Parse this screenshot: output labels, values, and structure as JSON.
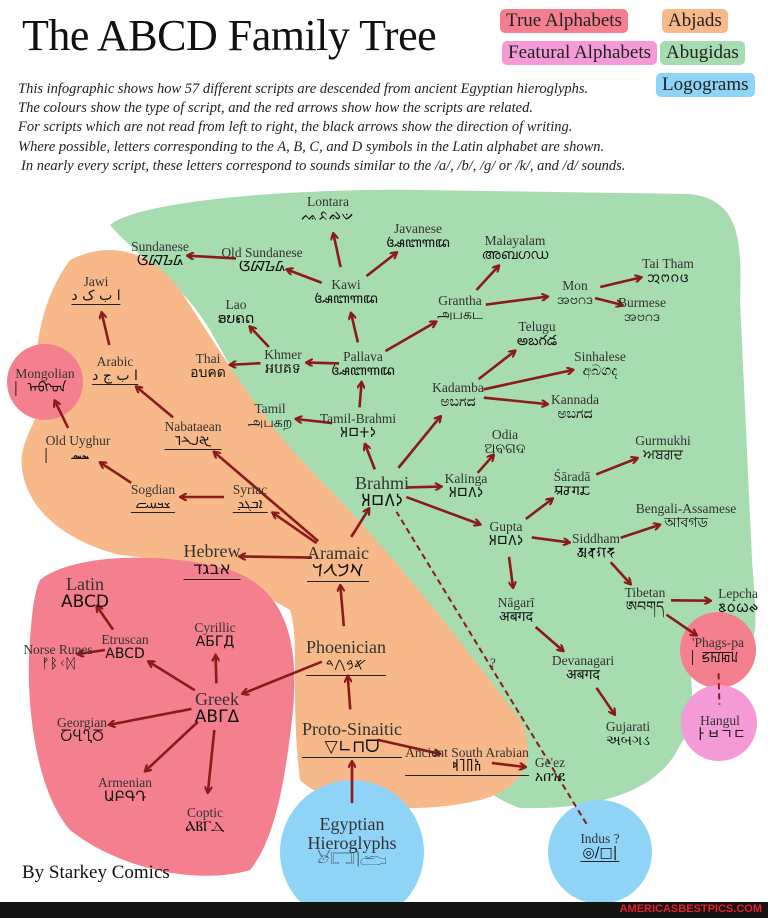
{
  "title": "The ABCD Family Tree",
  "legend": [
    {
      "label": "True Alphabets",
      "color": "#f4808f"
    },
    {
      "label": "Abjads",
      "color": "#f8b98a"
    },
    {
      "label": "Featural Alphabets",
      "color": "#f49ad6"
    },
    {
      "label": "Abugidas",
      "color": "#a7dbb0"
    },
    {
      "label": "Logograms",
      "color": "#8fd3f7"
    }
  ],
  "intro": [
    "This infographic shows how 57 different scripts are descended from ancient Egyptian hieroglyphs.",
    "The colours show the type of script, and the red arrows show how the scripts are related.",
    "For scripts which are not read from left to right, the black arrows show the direction of writing.",
    "Where possible, letters corresponding to the A, B, C, and D symbols in the Latin alphabet are shown.",
    "In nearly every script, these letters correspond to sounds similar to the /a/, /b/, /g/ or /k/, and /d/ sounds."
  ],
  "colors": {
    "arrow": "#8b1a1a",
    "true_alphabets": "#f4808f",
    "abjads": "#f8b98a",
    "featural": "#f49ad6",
    "abugidas": "#a7dbb0",
    "logograms": "#8fd3f7"
  },
  "nodes": [
    {
      "id": "lontara",
      "name": "Lontara",
      "glyphs": "ᨕᨅᨁᨉ"
    },
    {
      "id": "javanese",
      "name": "Javanese",
      "glyphs": "ꦄꦧꦒꦢ"
    },
    {
      "id": "malayalam",
      "name": "Malayalam",
      "glyphs": "അബഗഡ"
    },
    {
      "id": "sundanese",
      "name": "Sundanese",
      "glyphs": "ᮃᮘᮌᮓ"
    },
    {
      "id": "oldsundanese",
      "name": "Old Sundanese",
      "glyphs": "ᮃᮘᮌᮓ"
    },
    {
      "id": "kawi",
      "name": "Kawi",
      "glyphs": "ꦄꦧꦒꦢ"
    },
    {
      "id": "jawi",
      "name": "Jawi",
      "glyphs": "ا ب ک د",
      "rtl": true
    },
    {
      "id": "lao",
      "name": "Lao",
      "glyphs": "ອບຄດ"
    },
    {
      "id": "grantha",
      "name": "Grantha",
      "glyphs": "அபகட"
    },
    {
      "id": "mon",
      "name": "Mon",
      "glyphs": "အဗဂဒ"
    },
    {
      "id": "taitham",
      "name": "Tai Tham",
      "glyphs": "ᩋᨻᨣᨴ"
    },
    {
      "id": "burmese",
      "name": "Burmese",
      "glyphs": "အဗဂဒ"
    },
    {
      "id": "telugu",
      "name": "Telugu",
      "glyphs": "అబగడ"
    },
    {
      "id": "thai",
      "name": "Thai",
      "glyphs": "อบคด"
    },
    {
      "id": "khmer",
      "name": "Khmer",
      "glyphs": "អបគទ"
    },
    {
      "id": "pallava",
      "name": "Pallava",
      "glyphs": "ꦄꦧꦒꦢ"
    },
    {
      "id": "arabic",
      "name": "Arabic",
      "glyphs": "ا ب ج د",
      "rtl": true
    },
    {
      "id": "mongolian",
      "name": "Mongolian",
      "glyphs": "ᠠᠪᠭᠳ",
      "vertical": true
    },
    {
      "id": "sinhalese",
      "name": "Sinhalese",
      "glyphs": "අබගද"
    },
    {
      "id": "kadamba",
      "name": "Kadamba",
      "glyphs": "ಅಬಗದ"
    },
    {
      "id": "kannada",
      "name": "Kannada",
      "glyphs": "ಅಬಗದ"
    },
    {
      "id": "tamil",
      "name": "Tamil",
      "glyphs": "அபகற"
    },
    {
      "id": "tamilbrahmi",
      "name": "Tamil-Brahmi",
      "glyphs": "𑀅𑀩𑀓𑀤"
    },
    {
      "id": "nabataean",
      "name": "Nabataean",
      "glyphs": "𐢀𐢃𐢄𐢅",
      "rtl": true
    },
    {
      "id": "olduyghur",
      "name": "Old Uyghur",
      "glyphs": "𐽰𐽱𐽲𐽳",
      "vertical": true
    },
    {
      "id": "odia",
      "name": "Odia",
      "glyphs": "ଅବଗଦ"
    },
    {
      "id": "gurmukhi",
      "name": "Gurmukhi",
      "glyphs": "ਅਬਗਦ"
    },
    {
      "id": "brahmi",
      "name": "Brahmi",
      "glyphs": "𑀅𑀩𑀕𑀤"
    },
    {
      "id": "kalinga",
      "name": "Kalinga",
      "glyphs": "𑀅𑀩𑀕𑀤"
    },
    {
      "id": "sarada",
      "name": "Śāradā",
      "glyphs": "𑆃𑆧𑆓𑆢"
    },
    {
      "id": "sogdian",
      "name": "Sogdian",
      "glyphs": "𐼰𐼱𐼲𐼳",
      "rtl": true
    },
    {
      "id": "syriac",
      "name": "Syriac",
      "glyphs": "ܐܒܓܕ",
      "rtl": true
    },
    {
      "id": "gupta",
      "name": "Gupta",
      "glyphs": "𑀅𑀩𑀕𑀤"
    },
    {
      "id": "bengali",
      "name": "Bengali-Assamese",
      "glyphs": "আবগড"
    },
    {
      "id": "siddham",
      "name": "Siddham",
      "glyphs": "𑖀𑖤𑖐𑖟"
    },
    {
      "id": "hebrew",
      "name": "Hebrew",
      "glyphs": "אבגד",
      "rtl": true
    },
    {
      "id": "aramaic",
      "name": "Aramaic",
      "glyphs": "𐡀𐡁𐡂𐡃",
      "rtl": true
    },
    {
      "id": "latin",
      "name": "Latin",
      "glyphs": "ABCD"
    },
    {
      "id": "tibetan",
      "name": "Tibetan",
      "glyphs": "ཨབགད"
    },
    {
      "id": "lepcha",
      "name": "Lepcha",
      "glyphs": "ᰣᰓᰃᰊ"
    },
    {
      "id": "nagari",
      "name": "Nāgarī",
      "glyphs": "अबगद"
    },
    {
      "id": "cyrillic",
      "name": "Cyrillic",
      "glyphs": "АБГД"
    },
    {
      "id": "etruscan",
      "name": "Etruscan",
      "glyphs": "ABCD"
    },
    {
      "id": "norse",
      "name": "Norse Runes",
      "glyphs": "ᚠᛒᚲᛞ"
    },
    {
      "id": "phoenician",
      "name": "Phoenician",
      "glyphs": "𐤀𐤁𐤂𐤃",
      "rtl": true
    },
    {
      "id": "phagspa",
      "name": "'Phags-pa",
      "glyphs": "ꡝꡎꡂꡊ",
      "vertical": true
    },
    {
      "id": "devanagari",
      "name": "Devanagari",
      "glyphs": "अबगद"
    },
    {
      "id": "hangul",
      "name": "Hangul",
      "glyphs": "ㅏㅂㄱㄷ"
    },
    {
      "id": "greek",
      "name": "Greek",
      "glyphs": "ΑΒΓΔ"
    },
    {
      "id": "georgian",
      "name": "Georgian",
      "glyphs": "ႠႡႢႣ"
    },
    {
      "id": "protosinaitic",
      "name": "Proto-Sinaitic",
      "glyphs": "ᗜ⊓∟▽",
      "rtl": true
    },
    {
      "id": "gujarati",
      "name": "Gujarati",
      "glyphs": "અબગડ"
    },
    {
      "id": "asa",
      "name": "Ancient South Arabian",
      "glyphs": "𐩱𐩨𐩴𐩵",
      "rtl": true
    },
    {
      "id": "geez",
      "name": "Ge'ez",
      "glyphs": "አበገደ"
    },
    {
      "id": "armenian",
      "name": "Armenian",
      "glyphs": "ԱԲԳԴ"
    },
    {
      "id": "coptic",
      "name": "Coptic",
      "glyphs": "ⲀⲂⲄⲆ"
    },
    {
      "id": "egyptian",
      "name": "Egyptian Hieroglyphs",
      "glyphs": "𓃾𓉐𓌙𓂧"
    },
    {
      "id": "indus",
      "name": "Indus ?",
      "glyphs": "|□/◎",
      "rtl": true
    }
  ],
  "edges": [
    [
      "egyptian",
      "protosinaitic"
    ],
    [
      "protosinaitic",
      "phoenician"
    ],
    [
      "protosinaitic",
      "asa"
    ],
    [
      "asa",
      "geez"
    ],
    [
      "phoenician",
      "aramaic"
    ],
    [
      "phoenician",
      "greek"
    ],
    [
      "greek",
      "etruscan"
    ],
    [
      "greek",
      "cyrillic"
    ],
    [
      "greek",
      "georgian"
    ],
    [
      "greek",
      "armenian"
    ],
    [
      "greek",
      "coptic"
    ],
    [
      "etruscan",
      "latin"
    ],
    [
      "etruscan",
      "norse"
    ],
    [
      "aramaic",
      "hebrew"
    ],
    [
      "aramaic",
      "syriac"
    ],
    [
      "aramaic",
      "nabataean"
    ],
    [
      "aramaic",
      "brahmi"
    ],
    [
      "syriac",
      "sogdian"
    ],
    [
      "sogdian",
      "olduyghur"
    ],
    [
      "olduyghur",
      "mongolian"
    ],
    [
      "nabataean",
      "arabic"
    ],
    [
      "arabic",
      "jawi"
    ],
    [
      "brahmi",
      "tamilbrahmi"
    ],
    [
      "tamilbrahmi",
      "pallava"
    ],
    [
      "tamilbrahmi",
      "tamil"
    ],
    [
      "brahmi",
      "kadamba"
    ],
    [
      "brahmi",
      "kalinga"
    ],
    [
      "brahmi",
      "gupta"
    ],
    [
      "kalinga",
      "odia"
    ],
    [
      "pallava",
      "khmer"
    ],
    [
      "khmer",
      "thai"
    ],
    [
      "khmer",
      "lao"
    ],
    [
      "pallava",
      "kawi"
    ],
    [
      "pallava",
      "grantha"
    ],
    [
      "kawi",
      "oldsundanese"
    ],
    [
      "oldsundanese",
      "sundanese"
    ],
    [
      "kawi",
      "lontara"
    ],
    [
      "kawi",
      "javanese"
    ],
    [
      "grantha",
      "malayalam"
    ],
    [
      "grantha",
      "mon"
    ],
    [
      "mon",
      "taitham"
    ],
    [
      "mon",
      "burmese"
    ],
    [
      "kadamba",
      "telugu"
    ],
    [
      "kadamba",
      "sinhalese"
    ],
    [
      "kadamba",
      "kannada"
    ],
    [
      "gupta",
      "sarada"
    ],
    [
      "sarada",
      "gurmukhi"
    ],
    [
      "gupta",
      "siddham"
    ],
    [
      "siddham",
      "bengali"
    ],
    [
      "siddham",
      "tibetan"
    ],
    [
      "gupta",
      "nagari"
    ],
    [
      "nagari",
      "devanagari"
    ],
    [
      "devanagari",
      "gujarati"
    ],
    [
      "tibetan",
      "lepcha"
    ],
    [
      "tibetan",
      "phagspa"
    ]
  ],
  "dashed_edges": [
    [
      "phagspa",
      "hangul"
    ],
    [
      "indus",
      "brahmi"
    ]
  ],
  "uncertain_mark": "?",
  "credit": "By Starkey Comics",
  "watermark": "AMERICASBESTPICS.COM"
}
